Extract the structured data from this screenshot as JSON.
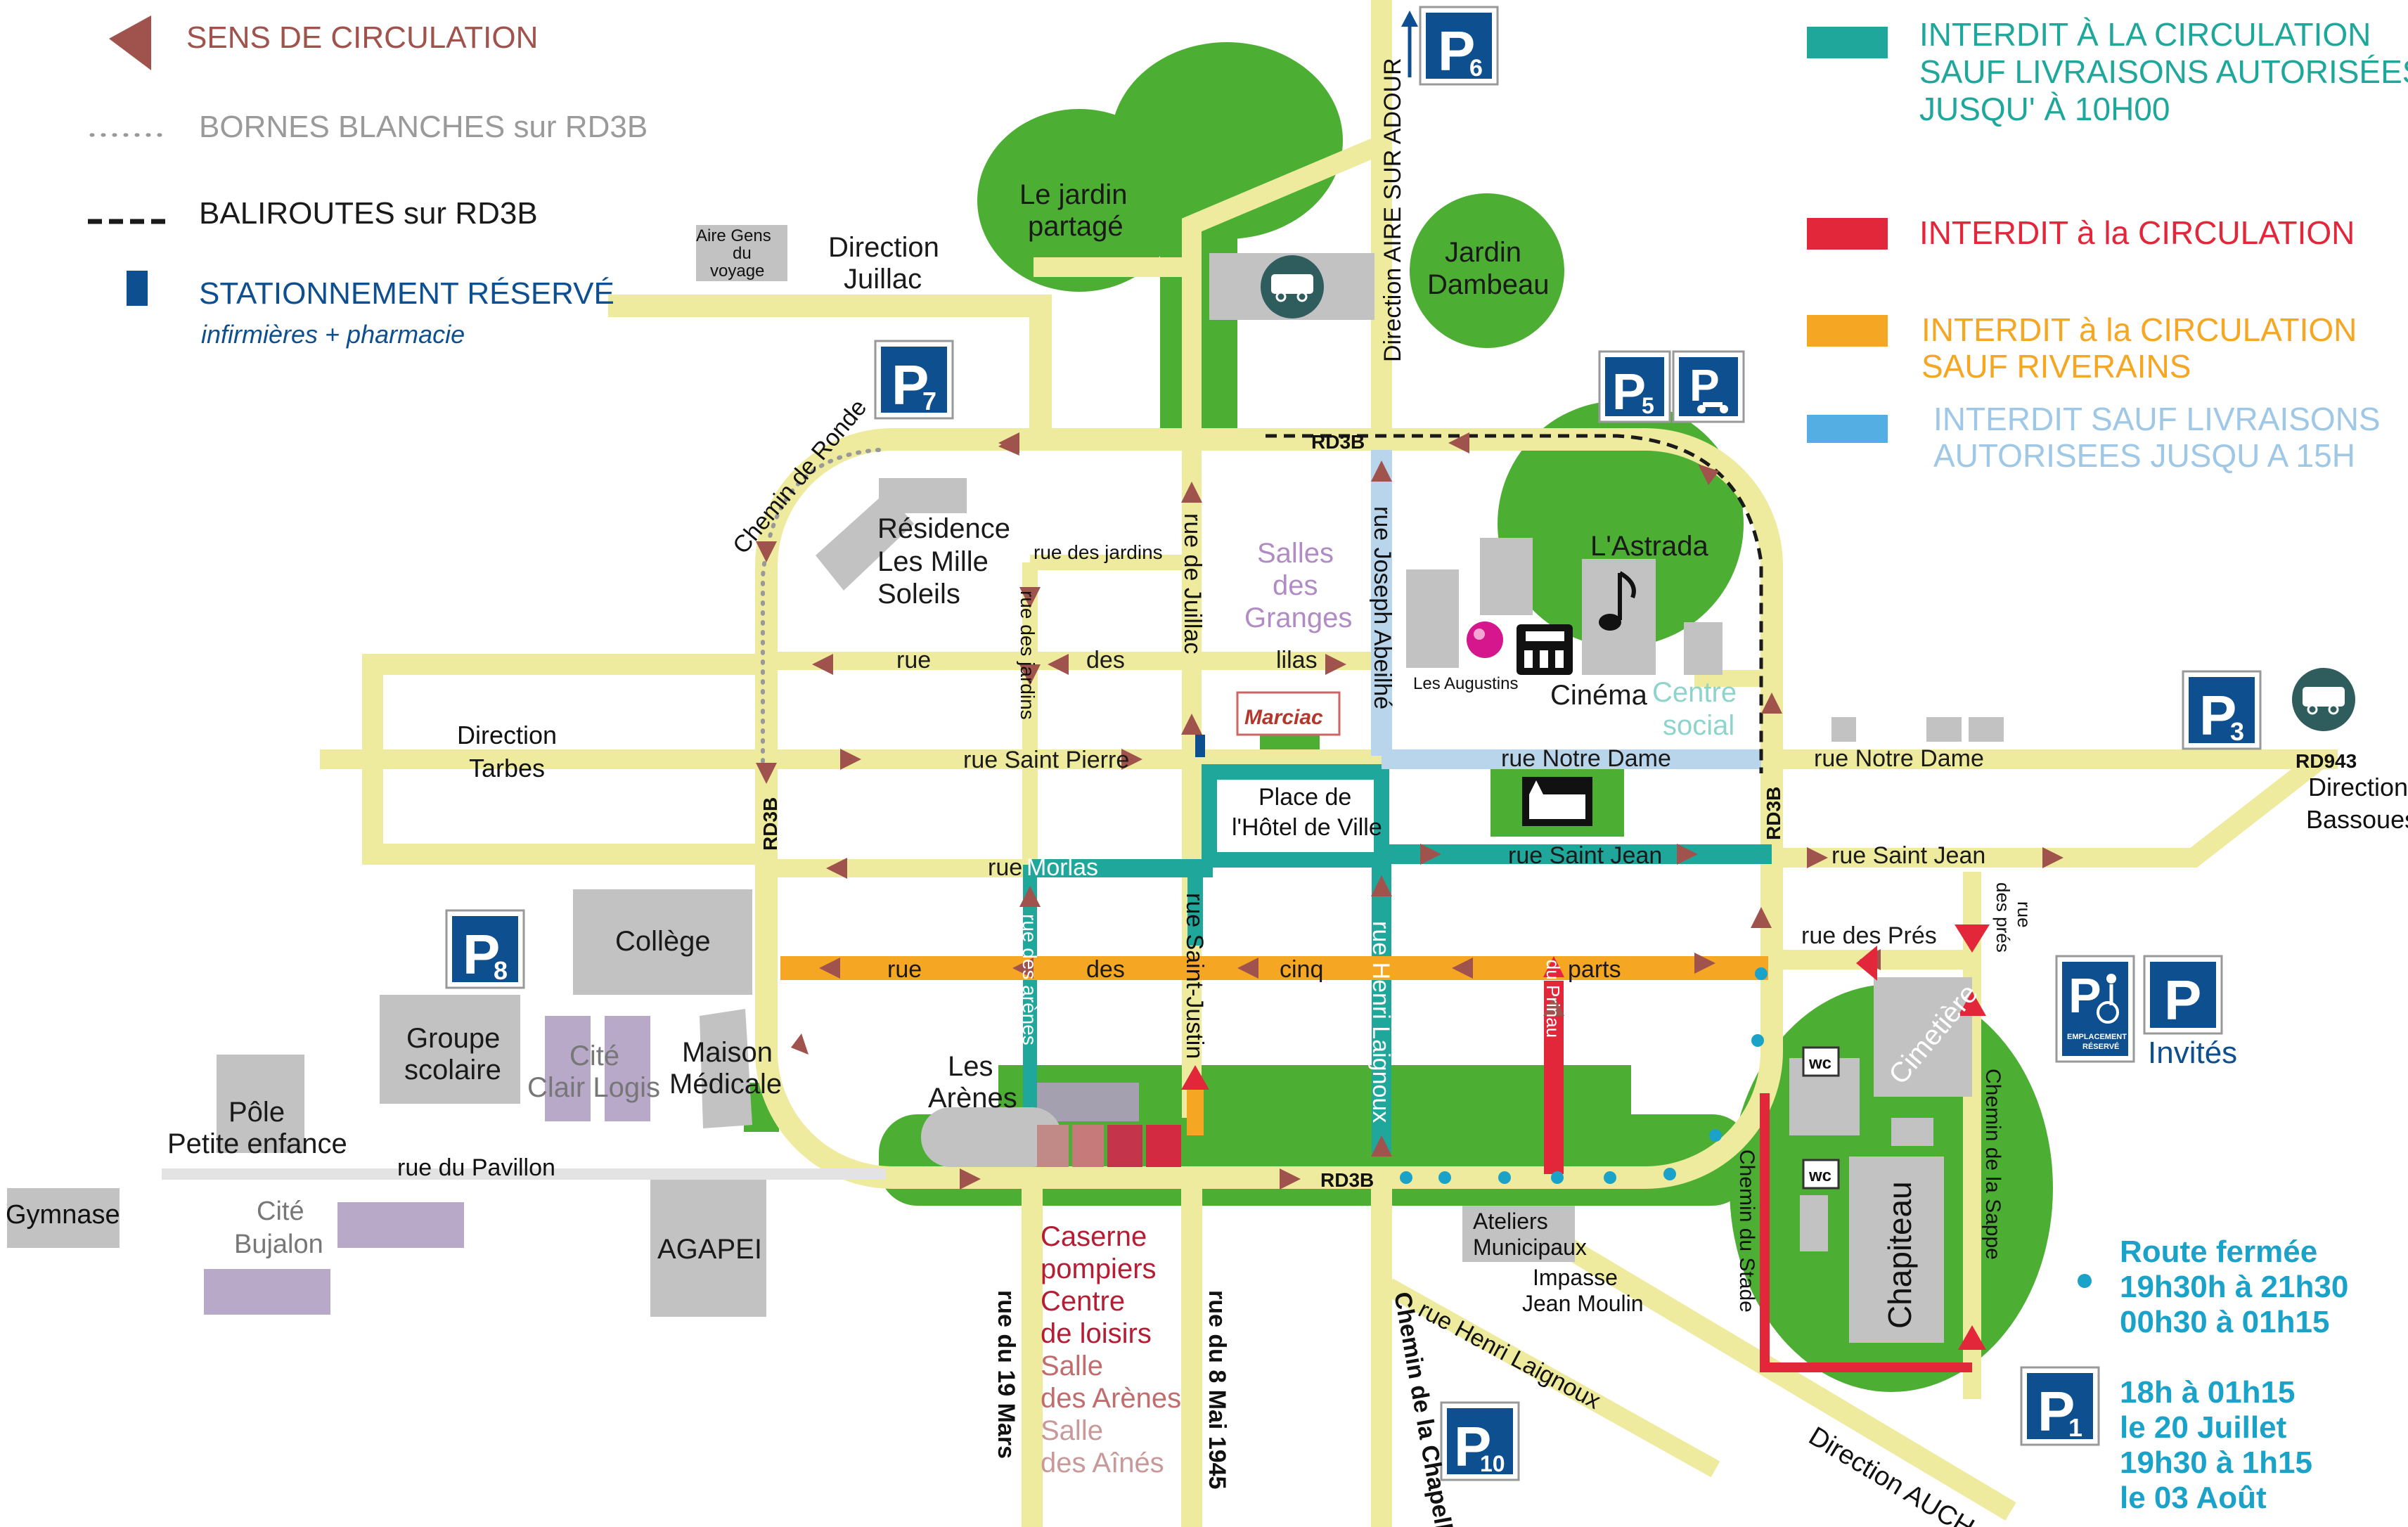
{
  "colors": {
    "road": "#eeeb9e",
    "green": "#4caf33",
    "teal": "#1fa79b",
    "red": "#e2273b",
    "orange": "#f5a623",
    "lightblue": "#b9d5ec",
    "arrow": "#a0524d",
    "parking": "#0d4f8f",
    "building": "#c2c2c2",
    "purple": "#b8a9c9",
    "dots": "#1ba2c8"
  },
  "legend": {
    "sens": "SENS DE CIRCULATION",
    "bornes": "BORNES BLANCHES sur RD3B",
    "baliroutes": "BALIROUTES sur RD3B",
    "stationnement": "STATIONNEMENT RÉSERVÉ",
    "stationnement_sub": "infirmières + pharmacie",
    "teal_1": "INTERDIT À LA CIRCULATION",
    "teal_2": "SAUF LIVRAISONS AUTORISÉES",
    "teal_3": "JUSQU' À 10H00",
    "red": "INTERDIT à la CIRCULATION",
    "orange_1": "INTERDIT à la CIRCULATION",
    "orange_2": "SAUF RIVERAINS",
    "blue_1": "INTERDIT SAUF LIVRAISONS",
    "blue_2": "AUTORISEES JUSQU A 15H"
  },
  "parking": {
    "p1": "1",
    "p3": "3",
    "p5": "5",
    "p6": "6",
    "p7": "7",
    "p8": "8",
    "p10": "10",
    "letter": "P",
    "invites": "Invités",
    "reserve_1": "EMPLACEMENT",
    "reserve_2": "RÉSERVÉ"
  },
  "places": {
    "jardin_partage_1": "Le jardin",
    "jardin_partage_2": "partagé",
    "jardin_dambeau_1": "Jardin",
    "jardin_dambeau_2": "Dambeau",
    "aire_1": "Aire Gens",
    "aire_2": "du",
    "aire_3": "voyage",
    "dir_juillac_1": "Direction",
    "dir_juillac_2": "Juillac",
    "dir_aire": "Direction AIRE SUR ADOUR",
    "residence_1": "Résidence",
    "residence_2": "Les Mille",
    "residence_3": "Soleils",
    "salles_1": "Salles",
    "salles_2": "des",
    "salles_3": "Granges",
    "astrada": "L'Astrada",
    "augustins": "Les Augustins",
    "cinema": "Cinéma",
    "centre_social_1": "Centre",
    "centre_social_2": "social",
    "dir_tarbes_1": "Direction",
    "dir_tarbes_2": "Tarbes",
    "place_hdv_1": "Place de",
    "place_hdv_2": "l'Hôtel de Ville",
    "dir_bassoues_1": "Direction",
    "dir_bassoues_2": "Bassoues",
    "college": "Collège",
    "groupe_1": "Groupe",
    "groupe_2": "scolaire",
    "clair_logis_1": "Cité",
    "clair_logis_2": "Clair Logis",
    "maison_med_1": "Maison",
    "maison_med_2": "Médicale",
    "arenes_1": "Les",
    "arenes_2": "Arènes",
    "pole_1": "Pôle",
    "pole_2": "Petite enfance",
    "gymnase": "Gymnase",
    "bujalon_1": "Cité",
    "bujalon_2": "Bujalon",
    "agapei": "AGAPEI",
    "caserne_1": "Caserne",
    "caserne_2": "pompiers",
    "loisirs_1": "Centre",
    "loisirs_2": "de loisirs",
    "salle_arenes_1": "Salle",
    "salle_arenes_2": "des Arènes",
    "salle_aines_1": "Salle",
    "salle_aines_2": "des Aînés",
    "ateliers_1": "Ateliers",
    "ateliers_2": "Municipaux",
    "impasse_1": "Impasse",
    "impasse_2": "Jean Moulin",
    "cimetiere": "Cimetière",
    "chapiteau": "Chapiteau",
    "wc": "wc",
    "dir_auch": "Direction AUCH",
    "marciac": "Marciac"
  },
  "streets": {
    "chemin_ronde": "Chemin de Ronde",
    "rd3b": "RD3B",
    "rd943": "RD943",
    "rue_jardins": "rue des jardins",
    "rue_juillac": "rue de Juillac",
    "rue_abeilhe": "rue Joseph Abeilhé",
    "rue": "rue",
    "des": "des",
    "lilas": "lilas",
    "rue_saint_pierre": "rue Saint Pierre",
    "rue_notre_dame": "rue Notre Dame",
    "rue_morlas_a": "rue",
    "rue_morlas_b": "Morlas",
    "rue_saint_jean": "rue Saint Jean",
    "rue_des_pres": "rue des Prés",
    "rue_des_pres_v1": "rue",
    "rue_des_pres_v2": "des prés",
    "cinq": "cinq",
    "parts": "parts",
    "rue_arenes": "rue des arènes",
    "rue_saint_justin": "rue Saint-Justin",
    "rue_henri": "rue Henri Laignoux",
    "rue_prinau": "rue du Prinau",
    "rue_pavillon": "rue du Pavillon",
    "rue_19_mars": "rue du 19 Mars",
    "rue_8_mai": "rue du 8 Mai 1945",
    "chemin_chapelle": "Chemin de la Chapelle",
    "rue_henri_2": "rue Henri Laignoux",
    "chemin_stade": "Chemin du Stade",
    "chemin_sappe": "Chemin de la Sappe"
  },
  "notes": {
    "route_fermee": "Route fermée",
    "time_1": "19h30h à 21h30",
    "time_2": "00h30 à 01h15",
    "p1_time_1": "18h  à 01h15",
    "p1_time_2": "le 20 Juillet",
    "p1_time_3": "19h30 à 1h15",
    "p1_time_4": "le 03 Août"
  },
  "icons": [
    "arrow-left-icon",
    "camping-car-icon",
    "music-note-icon",
    "cinema-seats-icon",
    "church-icon",
    "wheelchair-icon",
    "motorbike-icon",
    "up-arrow-icon"
  ]
}
